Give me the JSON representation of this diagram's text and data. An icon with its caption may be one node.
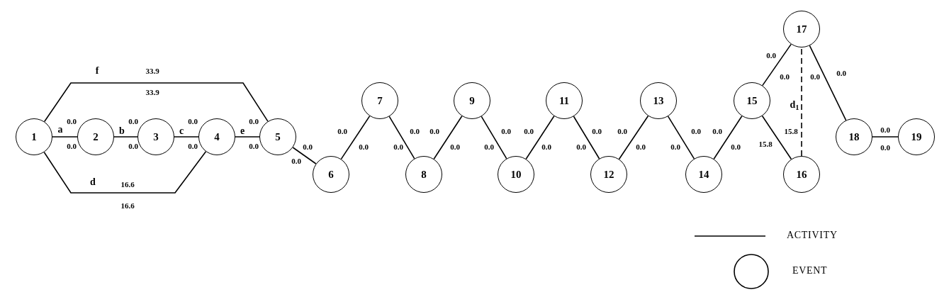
{
  "diagram": {
    "nodes": [
      {
        "text": [
          "1"
        ]
      },
      {
        "text": [
          "2"
        ]
      },
      {
        "text": [
          "3"
        ]
      },
      {
        "text": [
          "4"
        ]
      },
      {
        "text": [
          "5"
        ]
      },
      {
        "text": [
          "6"
        ]
      },
      {
        "text": [
          "7"
        ]
      },
      {
        "text": [
          "8"
        ]
      },
      {
        "text": [
          "9"
        ]
      },
      {
        "text": [
          "10"
        ]
      },
      {
        "text": [
          "11"
        ]
      },
      {
        "text": [
          "12"
        ]
      },
      {
        "text": [
          "13"
        ]
      },
      {
        "text": [
          "14"
        ]
      },
      {
        "text": [
          "15"
        ]
      },
      {
        "text": [
          "16"
        ]
      },
      {
        "text": [
          "17"
        ]
      },
      {
        "text": [
          "18"
        ]
      },
      {
        "text": [
          "19"
        ]
      }
    ],
    "edges": [
      {
        "from": 0,
        "to": 1,
        "arrow": "none",
        "label": "a"
      },
      {
        "from": 1,
        "to": 2,
        "arrow": "none",
        "label": "b"
      },
      {
        "from": 2,
        "to": 3,
        "arrow": "none",
        "label": "c"
      },
      {
        "from": 3,
        "to": 4,
        "arrow": "none",
        "label": "e"
      },
      {
        "from": 0,
        "to": 4,
        "arrow": "none",
        "label": "f"
      },
      {
        "from": 0,
        "to": 3,
        "arrow": "none",
        "label": "d"
      },
      {
        "from": 4,
        "to": 5,
        "arrow": "none"
      },
      {
        "from": 5,
        "to": 6,
        "arrow": "none"
      },
      {
        "from": 6,
        "to": 7,
        "arrow": "none"
      },
      {
        "from": 7,
        "to": 8,
        "arrow": "none"
      },
      {
        "from": 8,
        "to": 9,
        "arrow": "none"
      },
      {
        "from": 9,
        "to": 10,
        "arrow": "none"
      },
      {
        "from": 10,
        "to": 11,
        "arrow": "none"
      },
      {
        "from": 11,
        "to": 12,
        "arrow": "none"
      },
      {
        "from": 12,
        "to": 13,
        "arrow": "none"
      },
      {
        "from": 13,
        "to": 14,
        "arrow": "none"
      },
      {
        "from": 14,
        "to": 15,
        "arrow": "none"
      },
      {
        "from": 14,
        "to": 16,
        "arrow": "none"
      },
      {
        "from": 15,
        "to": 16,
        "arrow": "none",
        "label": "d$_{1}$",
        "style": "dashed"
      },
      {
        "from": 16,
        "to": 17,
        "arrow": "none"
      },
      {
        "from": 17,
        "to": 18,
        "arrow": "none"
      }
    ],
    "labels": [
      "0.0",
      "0.0",
      "0.0",
      "0.0",
      "0.0",
      "0.0",
      "0.0",
      "0.0",
      "33.9",
      "33.9",
      "16.6",
      "16.6",
      "0.0",
      "0.0",
      "0.0",
      "0.0",
      "0.0",
      "0.0",
      "0.0",
      "0.0",
      "0.0",
      "0.0",
      "0.0",
      "0.0",
      "0.0",
      "0.0",
      "0.0",
      "0.0",
      "0.0",
      "0.0",
      "0.0",
      "0.0",
      "15.8",
      "15.8",
      "0.0",
      "0.0",
      "0.0",
      "0.0",
      "0.0",
      "0.0"
    ],
    "legend": [
      {
        "text": "ACTIVITY"
      },
      {
        "text": "EVENT"
      }
    ]
  }
}
